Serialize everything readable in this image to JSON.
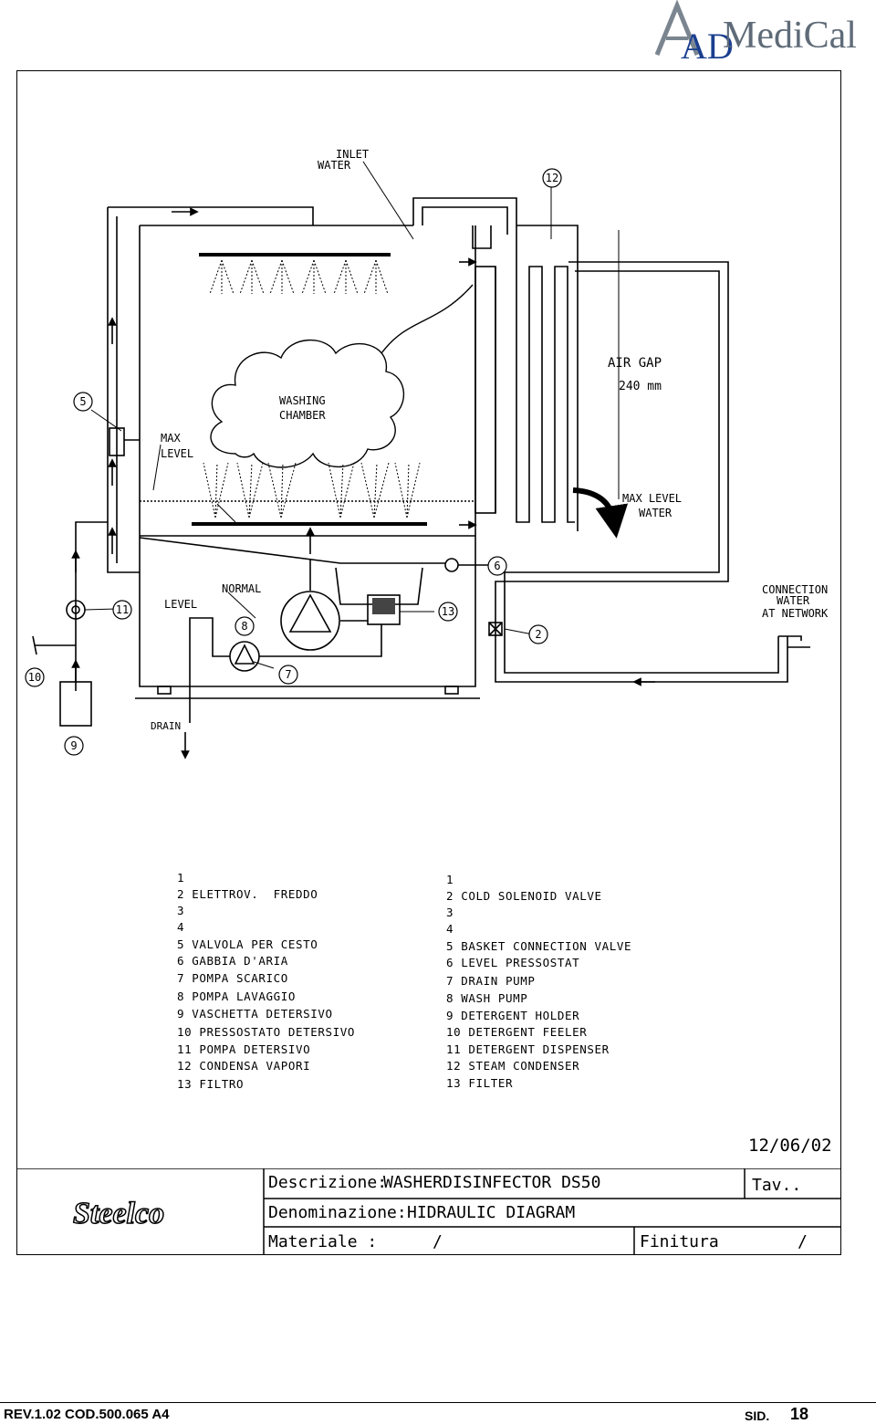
{
  "logo": {
    "brand_main": "AD",
    "brand_text": "MediCal"
  },
  "diagram": {
    "labels": {
      "inlet": "INLET",
      "inlet_water": "WATER",
      "air_gap": "AIR GAP",
      "air_gap_value": "240 mm",
      "washing": "WASHING",
      "chamber": "CHAMBER",
      "max": "MAX",
      "level": "LEVEL",
      "normal": "NORMAL",
      "level2": "LEVEL",
      "drain": "DRAIN",
      "max_level_water": "MAX LEVEL",
      "water": "WATER",
      "connection": "CONNECTION",
      "conn_water": "WATER",
      "at_network": "AT NETWORK"
    },
    "callouts": [
      "2",
      "5",
      "6",
      "7",
      "8",
      "9",
      "10",
      "11",
      "12",
      "13"
    ]
  },
  "legend": {
    "italian": [
      "1",
      "2 ELETTROV.  FREDDO",
      "3",
      "4",
      "5 VALVOLA PER CESTO",
      "6 GABBIA D'ARIA",
      "7 POMPA SCARICO",
      "8 POMPA LAVAGGIO",
      "9 VASCHETTA DETERSIVO",
      "10 PRESSOSTATO DETERSIVO",
      "11 POMPA DETERSIVO",
      "12 CONDENSA VAPORI",
      "13 FILTRO"
    ],
    "english": [
      "1",
      "2 COLD SOLENOID VALVE",
      "3",
      "4",
      "5 BASKET CONNECTION VALVE",
      "6 LEVEL PRESSOSTAT",
      "7 DRAIN PUMP",
      "8 WASH PUMP",
      "9 DETERGENT HOLDER",
      "10 DETERGENT FEELER",
      "11 DETERGENT DISPENSER",
      "12 STEAM CONDENSER",
      "13 FILTER"
    ]
  },
  "date": "12/06/02",
  "title_block": {
    "company": "Steelco",
    "descrizione_label": "Descrizione:",
    "descrizione_value": "WASHERDISINFECTOR DS50",
    "tav_label": "Tav..",
    "denominazione_label": "Denominazione:",
    "denominazione_value": "HIDRAULIC DIAGRAM",
    "materiale_label": "Materiale :",
    "materiale_value": "/",
    "finitura_label": "Finitura",
    "finitura_value": "/"
  },
  "footer": {
    "left": "REV.1.02 COD.500.065 A4",
    "sid_label": "SID.",
    "page": "18"
  }
}
